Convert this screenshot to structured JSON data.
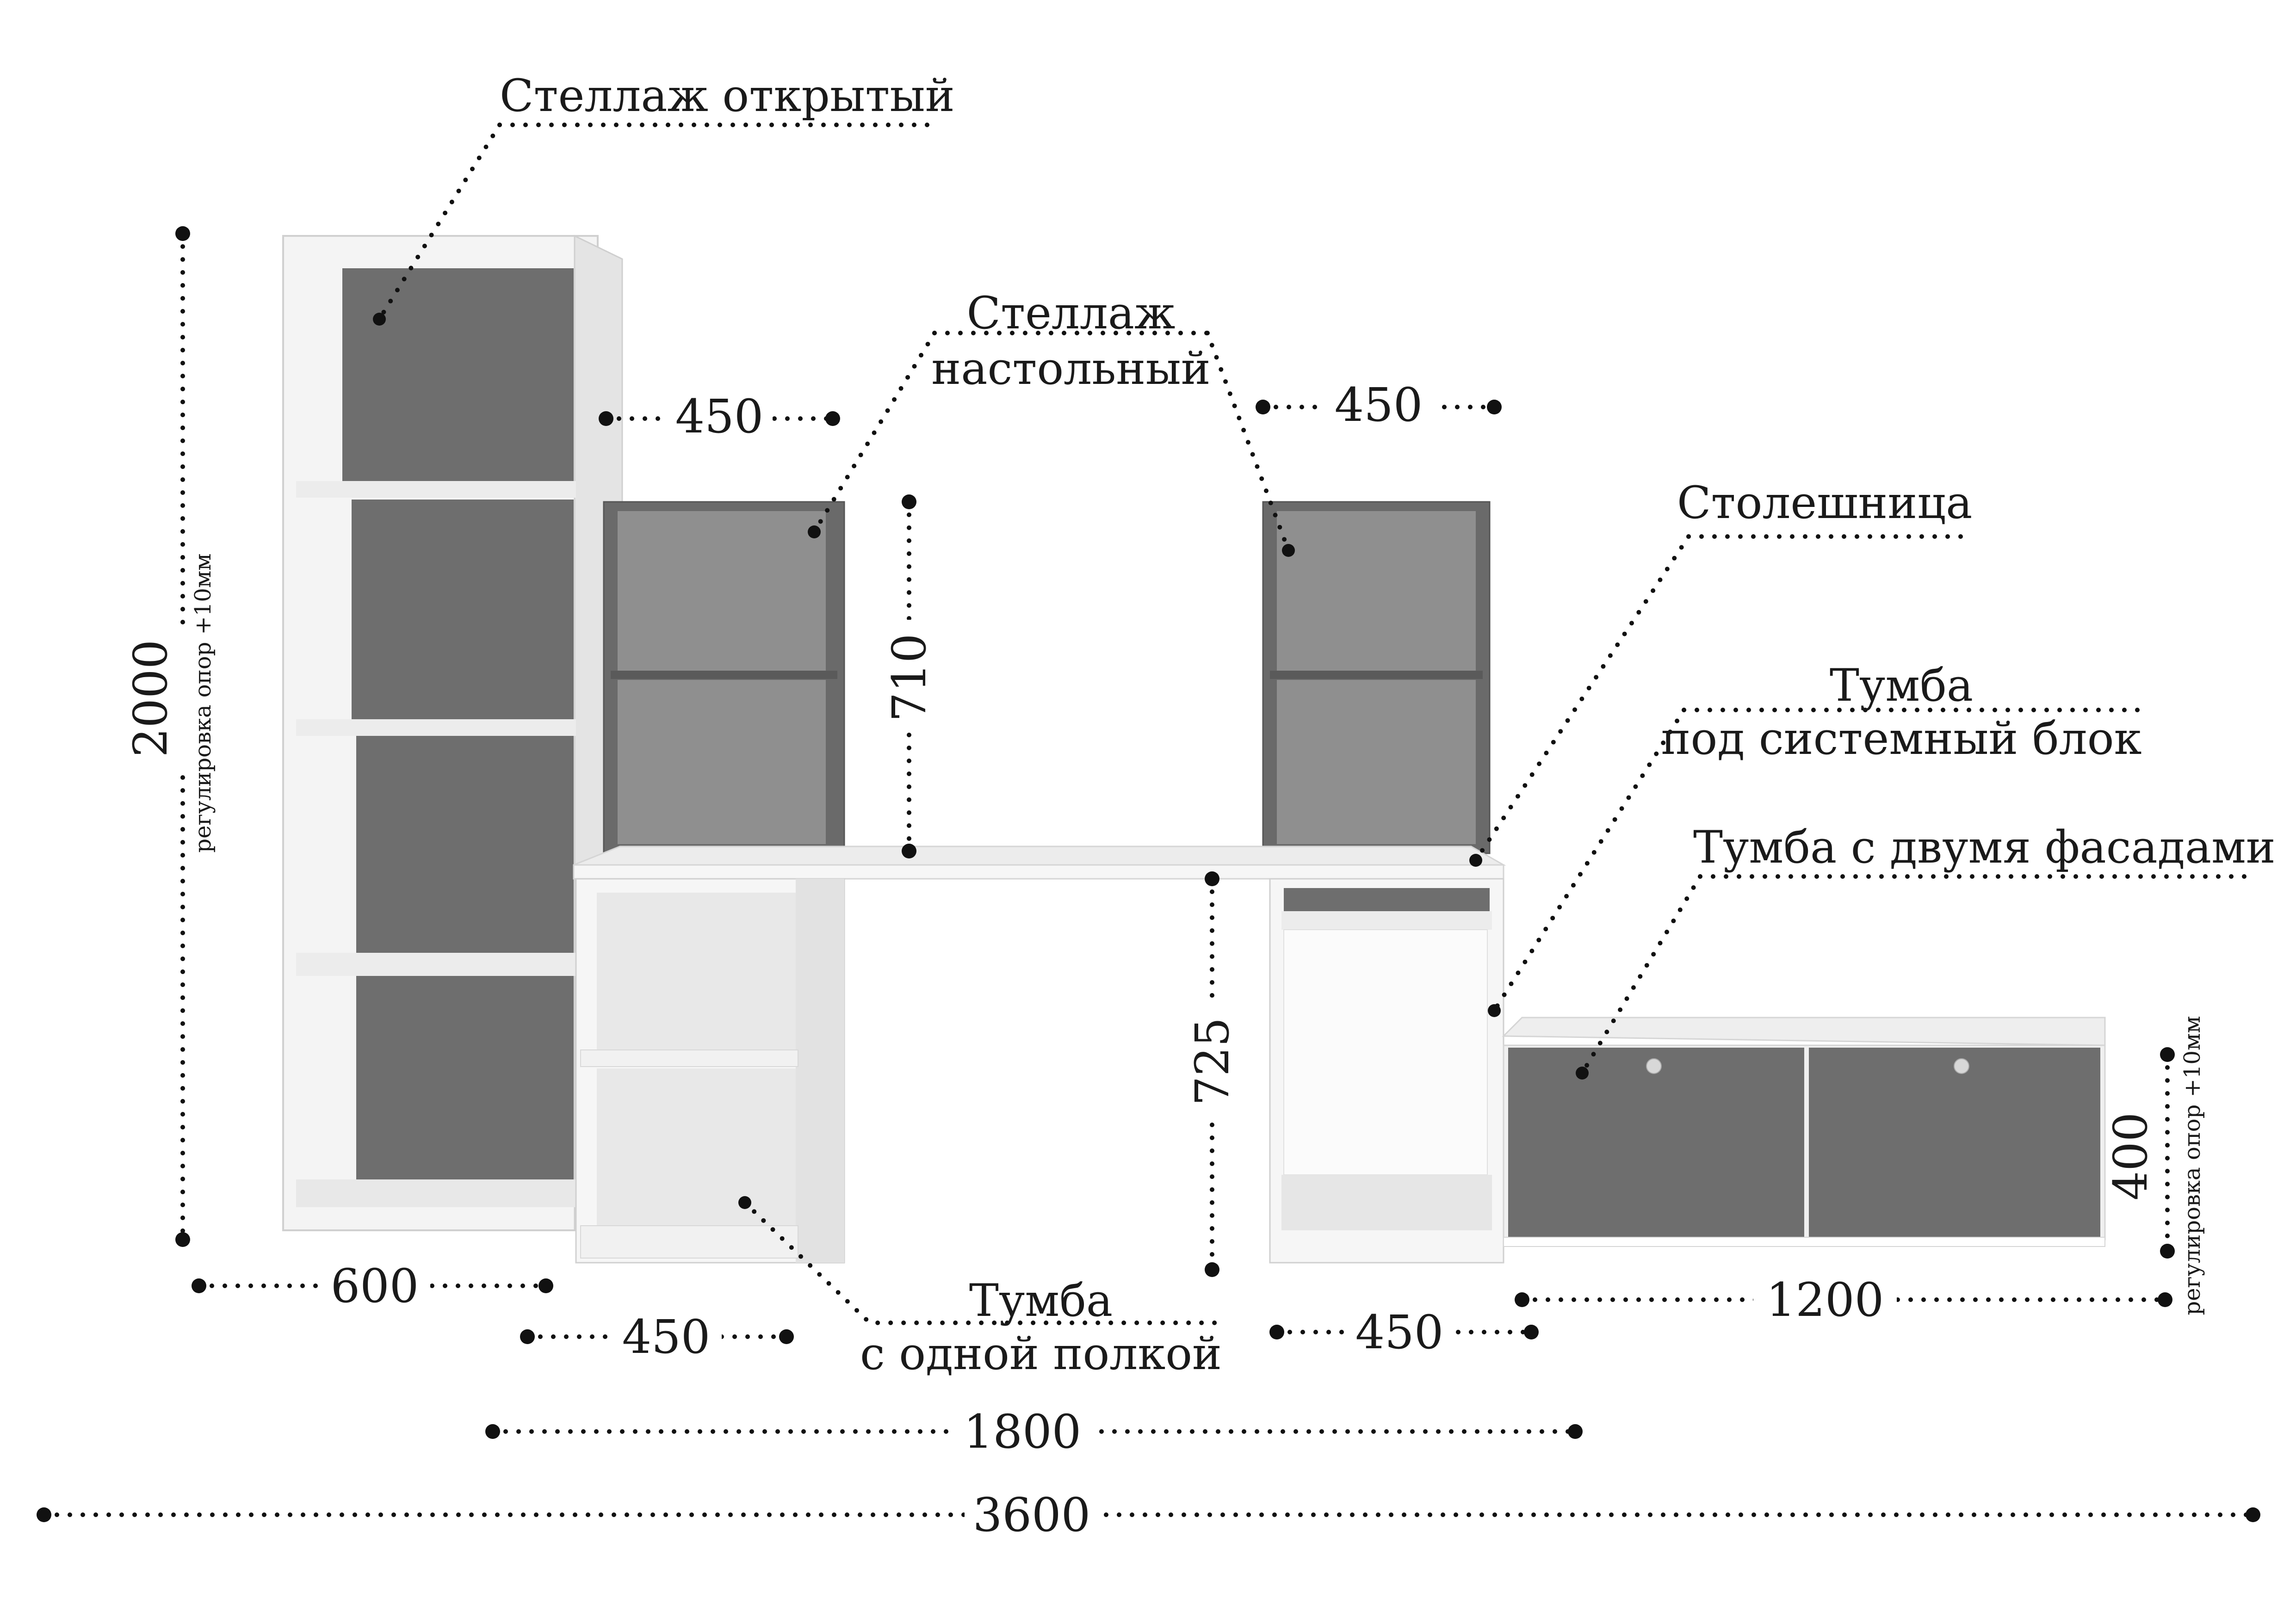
{
  "labels": {
    "open_rack": "Стеллаж открытый",
    "desk_rack_line1": "Стеллаж",
    "desk_rack_line2": "настольный",
    "tabletop": "Столешница",
    "cabinet_sys_line1": "Тумба",
    "cabinet_sys_line2": "под системный блок",
    "cabinet_two_facades": "Тумба с двумя фасадами",
    "cabinet_one_shelf_line1": "Тумба",
    "cabinet_one_shelf_line2": "с одной полкой",
    "support_adjust": "регулировка опор +10мм"
  },
  "dimensions": {
    "rack_height": "2000",
    "rack_width": "600",
    "desk_rack_left_width": "450",
    "desk_rack_right_width": "450",
    "desk_rack_height": "710",
    "desk_height": "725",
    "left_cabinet_width": "450",
    "right_cabinet_width": "450",
    "low_cabinet_width": "1200",
    "low_cabinet_height": "400",
    "desk_total_width": "1800",
    "total_width": "3600"
  },
  "colors": {
    "panel_white": "#f3f3f3",
    "panel_edge": "#cfcfcf",
    "back_grey": "#6f6f6f",
    "shelf_light": "#e6e6e6"
  }
}
